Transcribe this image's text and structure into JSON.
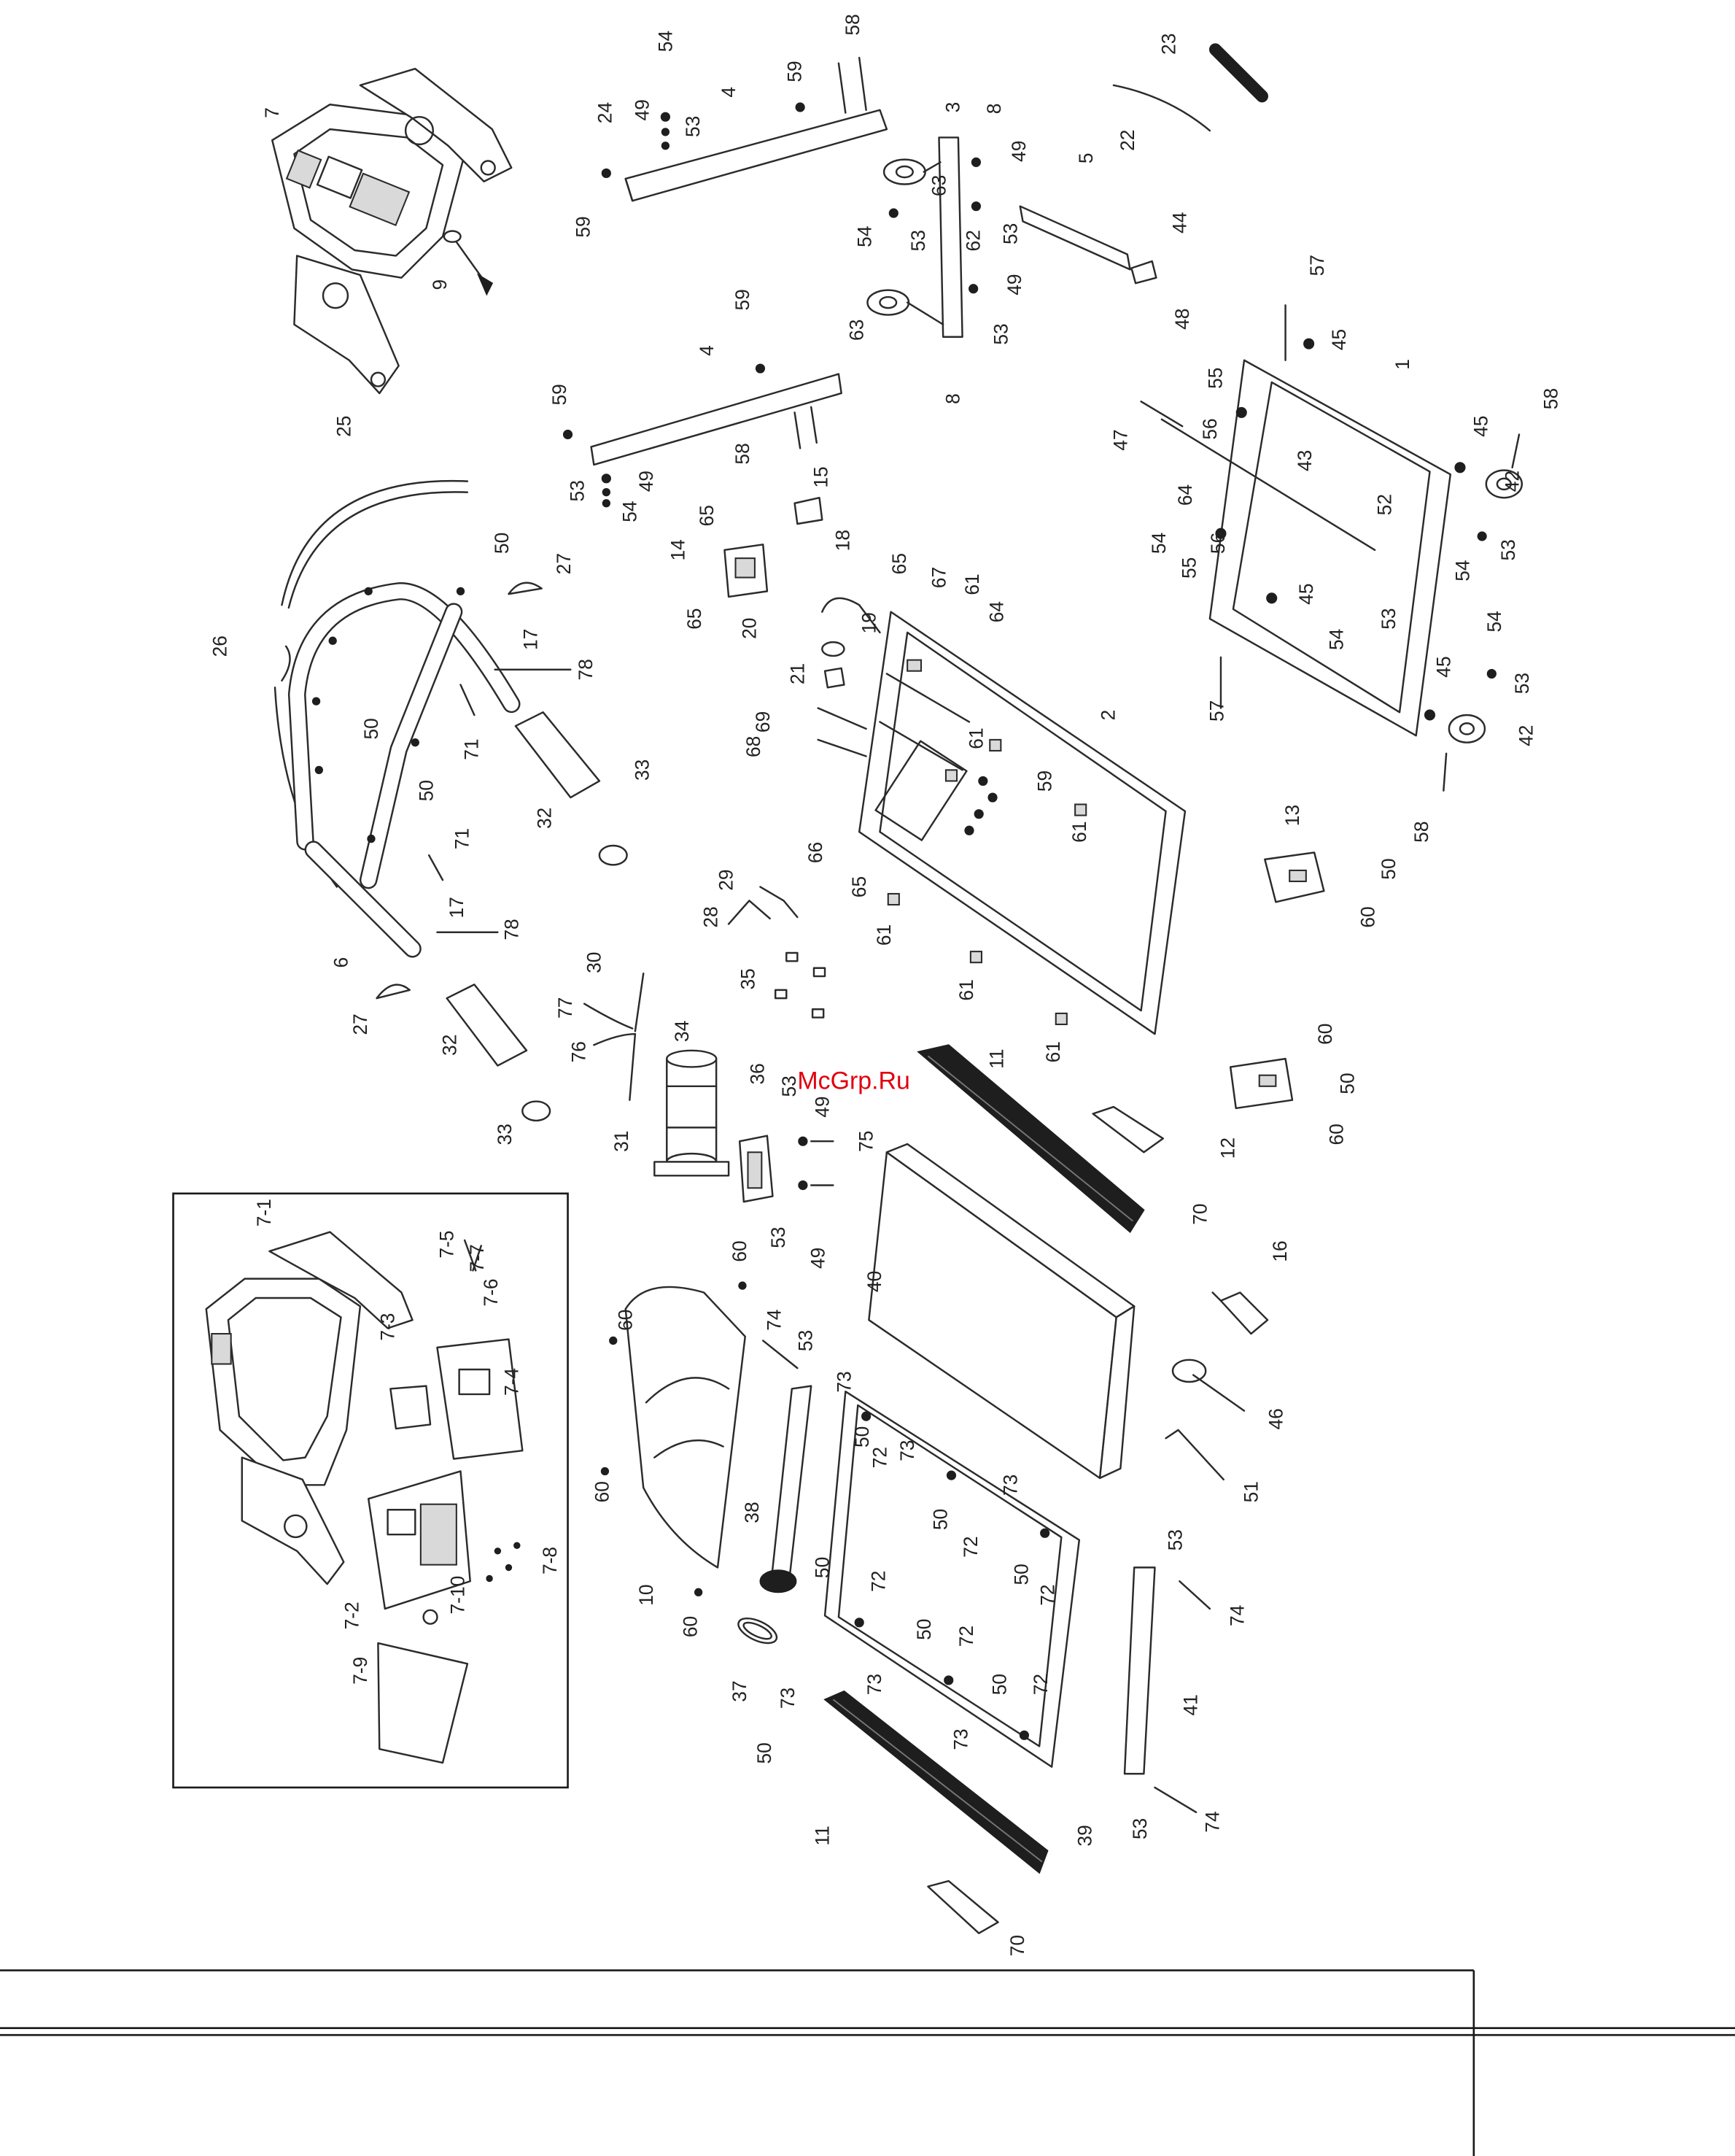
{
  "watermark": "McGrp.Ru",
  "colors": {
    "watermark": "#e0000e",
    "line": "#2b2b2b"
  },
  "part_labels": [
    "7",
    "9",
    "24",
    "49",
    "54",
    "53",
    "4",
    "59",
    "59",
    "58",
    "3",
    "8",
    "49",
    "53",
    "63",
    "53",
    "54",
    "62",
    "49",
    "53",
    "63",
    "8",
    "5",
    "22",
    "23",
    "44",
    "59",
    "4",
    "59",
    "58",
    "53",
    "49",
    "54",
    "65",
    "15",
    "14",
    "65",
    "18",
    "19",
    "65",
    "67",
    "61",
    "64",
    "20",
    "21",
    "69",
    "68",
    "2",
    "61",
    "59",
    "61",
    "66",
    "65",
    "61",
    "61",
    "61",
    "57",
    "48",
    "45",
    "1",
    "55",
    "56",
    "47",
    "64",
    "43",
    "45",
    "58",
    "42",
    "52",
    "54",
    "56",
    "55",
    "54",
    "53",
    "45",
    "53",
    "54",
    "45",
    "54",
    "53",
    "42",
    "57",
    "58",
    "13",
    "50",
    "60",
    "60",
    "50",
    "60",
    "12",
    "70",
    "25",
    "26",
    "50",
    "27",
    "17",
    "78",
    "50",
    "71",
    "50",
    "33",
    "32",
    "71",
    "17",
    "78",
    "6",
    "27",
    "32",
    "33",
    "30",
    "77",
    "76",
    "31",
    "29",
    "28",
    "35",
    "34",
    "36",
    "53",
    "49",
    "75",
    "53",
    "49",
    "11",
    "40",
    "60",
    "60",
    "74",
    "53",
    "73",
    "50",
    "72",
    "73",
    "73",
    "50",
    "72",
    "50",
    "72",
    "60",
    "38",
    "10",
    "60",
    "72",
    "50",
    "50",
    "72",
    "37",
    "73",
    "73",
    "50",
    "72",
    "73",
    "50",
    "11",
    "39",
    "70",
    "16",
    "46",
    "51",
    "53",
    "74",
    "41",
    "53",
    "74",
    "7-1",
    "7-5",
    "7-7",
    "7-6",
    "7-3",
    "7-4",
    "7-8",
    "7-2",
    "7-10",
    "7-9"
  ]
}
